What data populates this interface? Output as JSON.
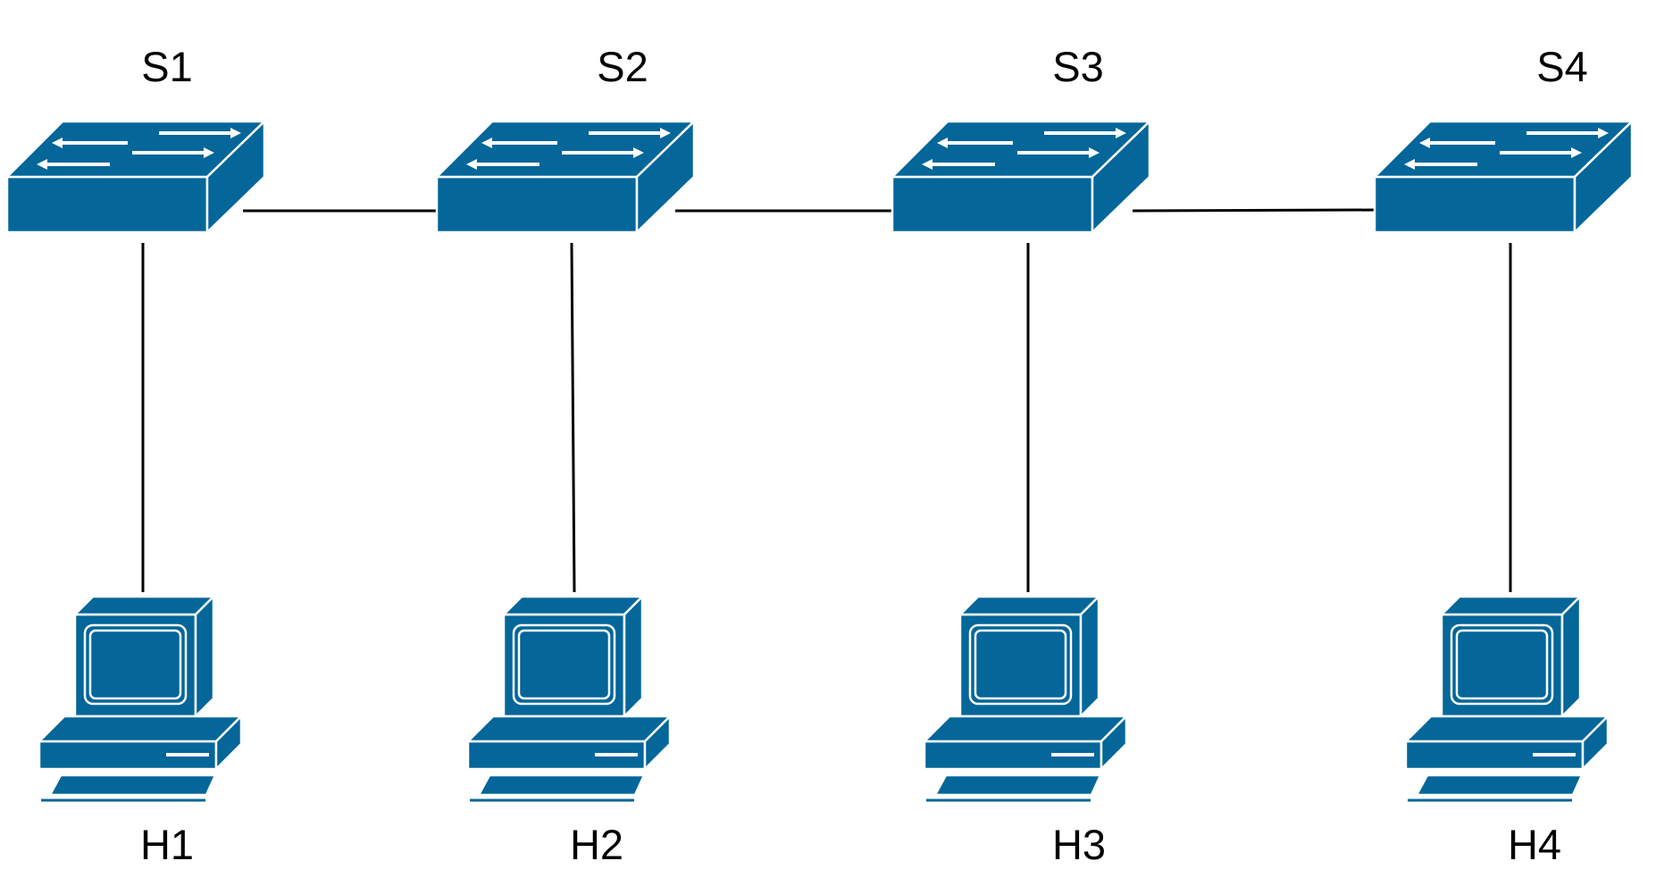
{
  "colors": {
    "device": "#046699",
    "outline": "#ffffff",
    "link": "#000000",
    "background": "#ffffff"
  },
  "switches": [
    {
      "id": "s1",
      "label": "S1",
      "icon": "switch-icon"
    },
    {
      "id": "s2",
      "label": "S2",
      "icon": "switch-icon"
    },
    {
      "id": "s3",
      "label": "S3",
      "icon": "switch-icon"
    },
    {
      "id": "s4",
      "label": "S4",
      "icon": "switch-icon"
    }
  ],
  "hosts": [
    {
      "id": "h1",
      "label": "H1",
      "icon": "computer-icon"
    },
    {
      "id": "h2",
      "label": "H2",
      "icon": "computer-icon"
    },
    {
      "id": "h3",
      "label": "H3",
      "icon": "computer-icon"
    },
    {
      "id": "h4",
      "label": "H4",
      "icon": "computer-icon"
    }
  ],
  "links": [
    {
      "from": "s1",
      "to": "s2"
    },
    {
      "from": "s2",
      "to": "s3"
    },
    {
      "from": "s3",
      "to": "s4"
    },
    {
      "from": "s1",
      "to": "h1"
    },
    {
      "from": "s2",
      "to": "h2"
    },
    {
      "from": "s3",
      "to": "h3"
    },
    {
      "from": "s4",
      "to": "h4"
    }
  ]
}
